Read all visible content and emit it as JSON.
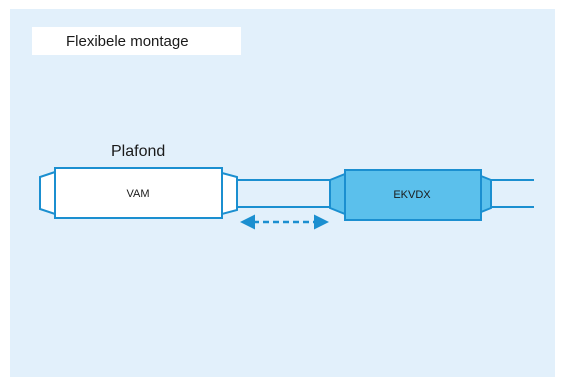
{
  "title": "Flexibele montage",
  "ceiling_label": "Plafond",
  "units": [
    {
      "label": "VAM"
    },
    {
      "label": "EKVDX"
    }
  ],
  "colors": {
    "background_panel": "#e2f0fb",
    "outline": "#1b8fd0",
    "vam_fill": "#ffffff",
    "ekvdx_fill": "#5bc0ec",
    "arrow": "#1b8fd0"
  }
}
